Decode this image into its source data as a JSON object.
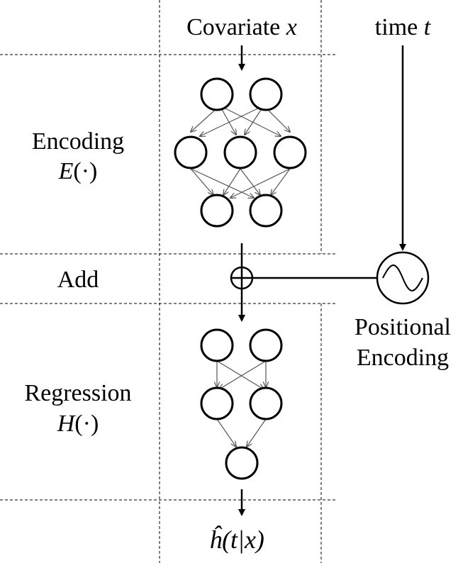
{
  "inputs": {
    "covariate_label": "Covariate",
    "covariate_var": "x",
    "time_label": "time",
    "time_var": "t"
  },
  "rows": {
    "encoding": {
      "title": "Encoding",
      "fn_name": "E",
      "fn_arg": "(·)"
    },
    "add": {
      "title": "Add"
    },
    "regression": {
      "title": "Regression",
      "fn_name": "H",
      "fn_arg": "(·)"
    }
  },
  "positional_encoding": {
    "line1": "Positional",
    "line2": "Encoding"
  },
  "output": {
    "label": "ĥ(t|x)"
  }
}
